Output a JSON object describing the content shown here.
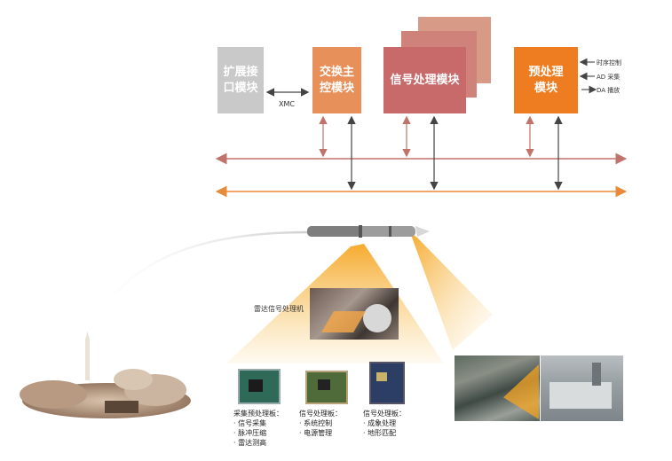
{
  "modules": {
    "expansion": "扩展接\n口模块",
    "switch": "交换主\n控模块",
    "signal": "信号处理模块",
    "preprocess": "预处理\n模块"
  },
  "labels": {
    "xmc": "XMC",
    "timing": "时序控制",
    "ad": "AD 采集",
    "da": "DA 播放",
    "radar_processor": "雷达信号处理机"
  },
  "boards": [
    {
      "caption": "采集预处理板：\n · 信号采集\n · 脉冲压缩\n · 雷达测高"
    },
    {
      "caption": "信号处理板：\n · 系统控制\n · 电源管理"
    },
    {
      "caption": "信号处理板：\n · 成象处理\n · 地形匹配"
    }
  ],
  "colors": {
    "expansion": "#c9c9c9",
    "switch": "#e8905a",
    "signal": "#c86a6a",
    "preprocess": "#ee7d22",
    "bus_red": "#c0736a",
    "bus_orange": "#e98a3a",
    "beam": "#f5a623"
  },
  "icons": [
    "missile-icon",
    "launch-vehicle-icon",
    "circuit-board-icon",
    "aerial-map-icon"
  ]
}
